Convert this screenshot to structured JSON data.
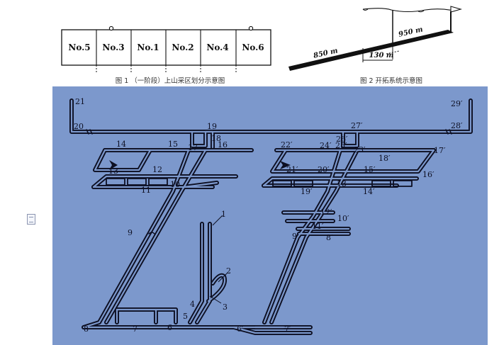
{
  "fig1": {
    "zones": [
      "No.5",
      "No.3",
      "No.1",
      "No.2",
      "No.4",
      "No.6"
    ],
    "caption": "图 1 （一阶段）上山采区划分示意图"
  },
  "fig2": {
    "distances": [
      "850 m",
      "950 m",
      "130 m"
    ],
    "caption": "图 2 开拓系统示意图"
  },
  "fig3": {
    "background": "#7c98cc",
    "labels": {
      "n21": "21",
      "n20": "20",
      "n19": "19",
      "n18": "18",
      "n17": "17",
      "n16": "16",
      "n15": "15",
      "n14": "14",
      "n13": "13",
      "n12": "12",
      "n11": "11",
      "n10": "10",
      "n9": "9",
      "n8": "8",
      "n7": "7",
      "n6": "6",
      "n5": "5",
      "n4": "4",
      "n3": "3",
      "n2": "2",
      "n1": "1",
      "p29": "29′",
      "p28": "28′",
      "p27": "27′",
      "p26": "26′",
      "p25": "25′",
      "p24": "24′",
      "p23": "23′",
      "p22": "22′",
      "p21": "21′",
      "p20": "20′",
      "p19": "19′",
      "p18": "18′",
      "p17": "17′",
      "p16": "16′",
      "p15": "15′",
      "p14": "14′",
      "p13": "13",
      "p12": "12′",
      "p11": "11′",
      "p10": "10′",
      "p9": "9′",
      "p8": "8′",
      "p7": "7′",
      "p6": "6′"
    }
  }
}
